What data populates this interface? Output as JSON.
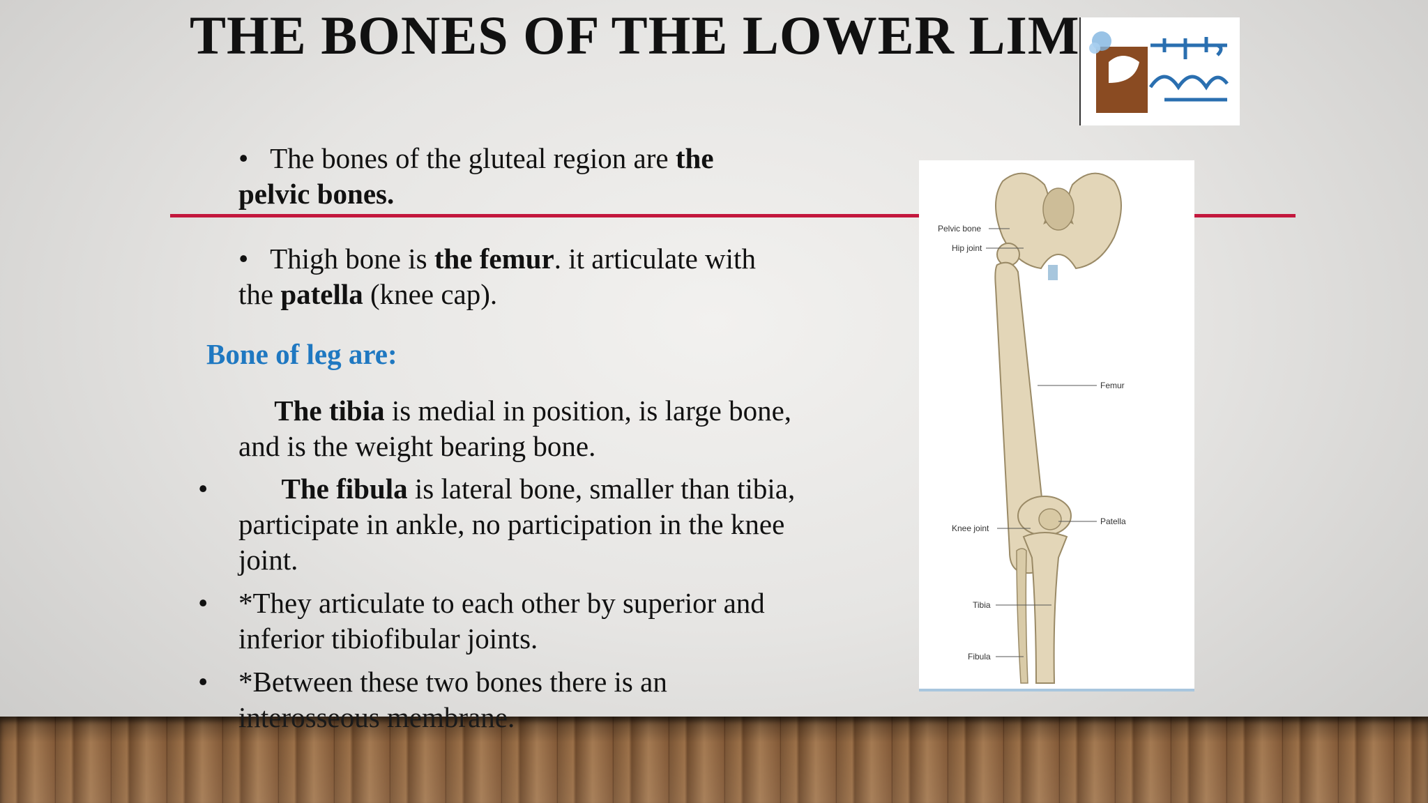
{
  "title": "THE BONES OF THE LOWER LIMB",
  "logo": {
    "text": "لجان الدفعات",
    "color_brown": "#8a4b22",
    "color_blue": "#2a6fb0"
  },
  "bullets": [
    {
      "pre": "The bones of the gluteal region are ",
      "bold": "the pelvic bones.",
      "post": ""
    },
    {
      "pre": "Thigh bone is ",
      "bold": "the femur",
      "post": ". it articulate with the ",
      "bold2": "patella",
      "post2": " (knee cap)."
    }
  ],
  "subhead": "Bone of leg are:",
  "leg": [
    {
      "bold": "The tibia",
      "rest": " is medial in position, is large bone, and is the weight bearing bone."
    },
    {
      "bold": "The fibula",
      "rest": " is lateral bone, smaller than tibia, participate in ankle, no participation in the knee joint."
    },
    {
      "text": "*They articulate to each other by superior and inferior tibiofibular joints."
    },
    {
      "text_line1": "*Between these two bones there is an",
      "text_line2": "interosseous membrane."
    }
  ],
  "bullet_char": "•",
  "figure": {
    "labels": {
      "pelvic": "Pelvic bone",
      "hip": "Hip joint",
      "femur": "Femur",
      "patella": "Patella",
      "knee": "Knee joint",
      "tibia": "Tibia",
      "fibula": "Fibula"
    }
  },
  "colors": {
    "rule": "#c3173d",
    "subhead": "#1f78c1",
    "bone": "#e3d6b8"
  }
}
